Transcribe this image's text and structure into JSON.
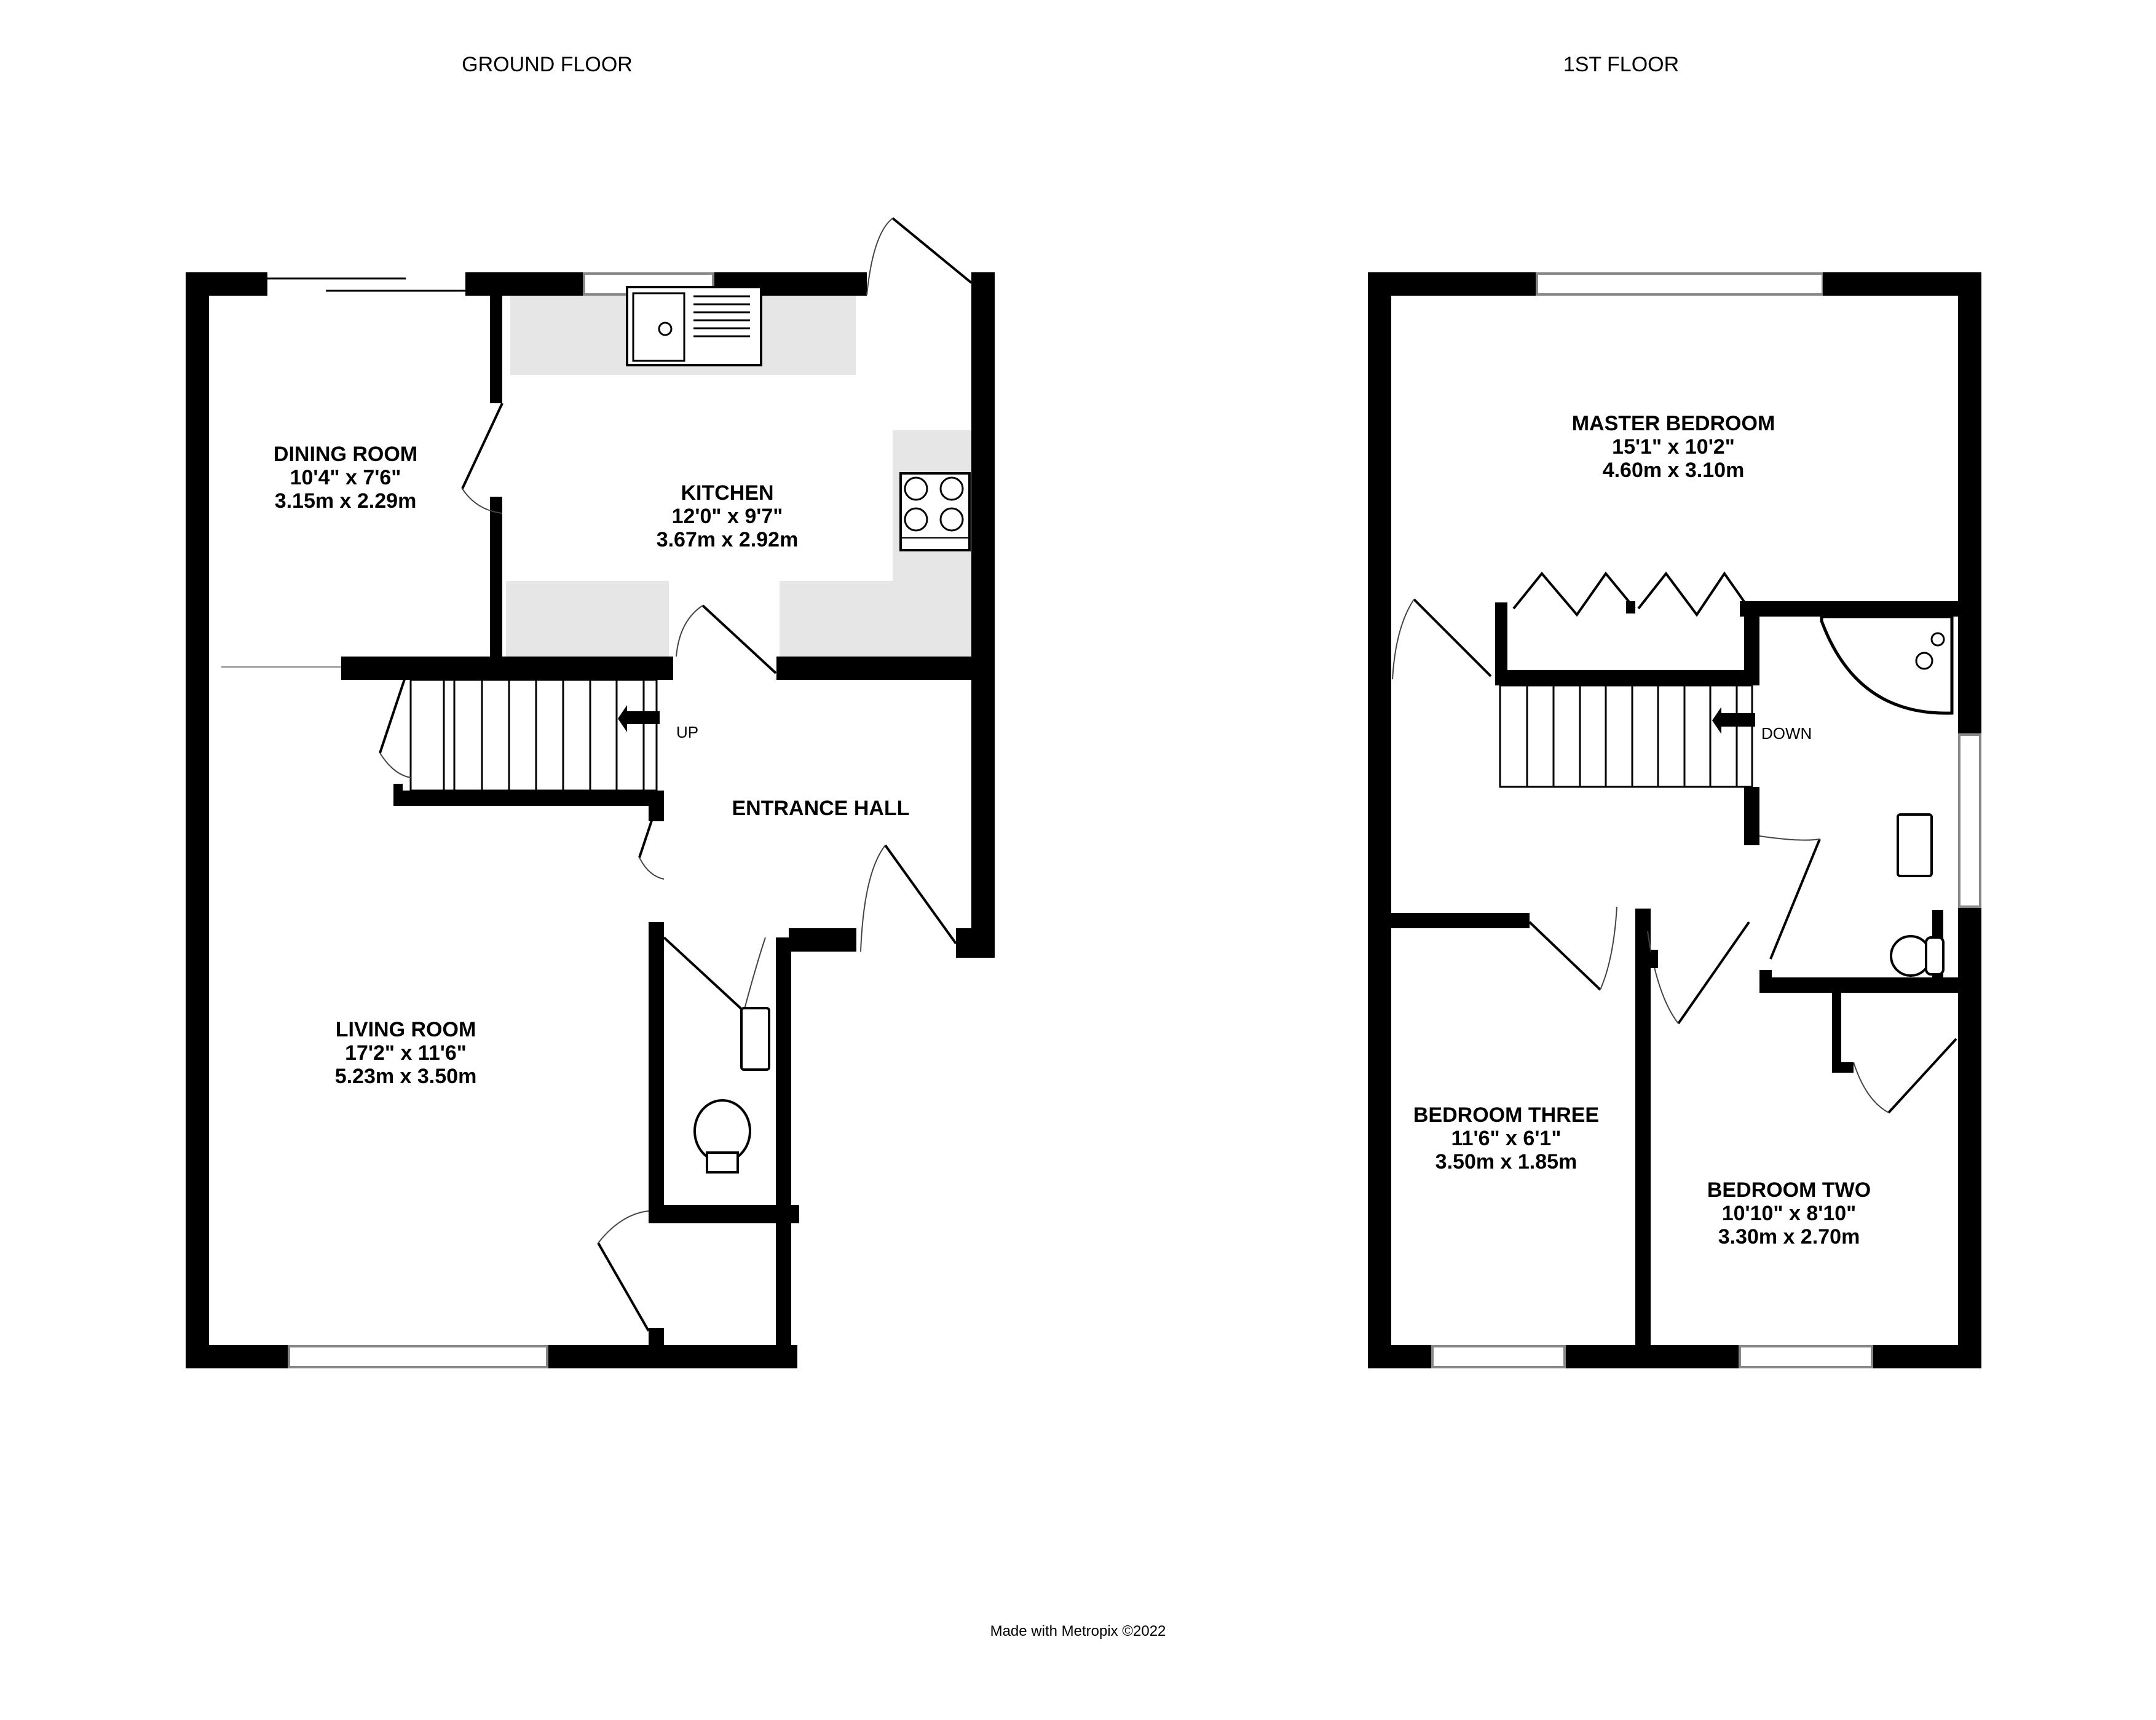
{
  "floors": [
    {
      "title": "GROUND FLOOR",
      "rooms": [
        {
          "name": "DINING ROOM",
          "imperial": "10'4\"  x 7'6\"",
          "metric": "3.15m  x 2.29m"
        },
        {
          "name": "KITCHEN",
          "imperial": "12'0\"  x 9'7\"",
          "metric": "3.67m  x 2.92m"
        },
        {
          "name": "ENTRANCE HALL"
        },
        {
          "name": "LIVING ROOM",
          "imperial": "17'2\"  x 11'6\"",
          "metric": "5.23m  x 3.50m"
        }
      ],
      "stairs_label": "UP"
    },
    {
      "title": "1ST FLOOR",
      "rooms": [
        {
          "name": "MASTER BEDROOM",
          "imperial": "15'1\"  x 10'2\"",
          "metric": "4.60m  x 3.10m"
        },
        {
          "name": "BEDROOM THREE",
          "imperial": "11'6\"  x 6'1\"",
          "metric": "3.50m  x 1.85m"
        },
        {
          "name": "BEDROOM TWO",
          "imperial": "10'10\"  x 8'10\"",
          "metric": "3.30m  x 2.70m"
        }
      ],
      "stairs_label": "DOWN"
    }
  ],
  "footer": "Made with Metropix ©2022",
  "colors": {
    "wall": "#000000",
    "counter": "#e6e6e6",
    "window": "#888888",
    "background": "#ffffff"
  }
}
